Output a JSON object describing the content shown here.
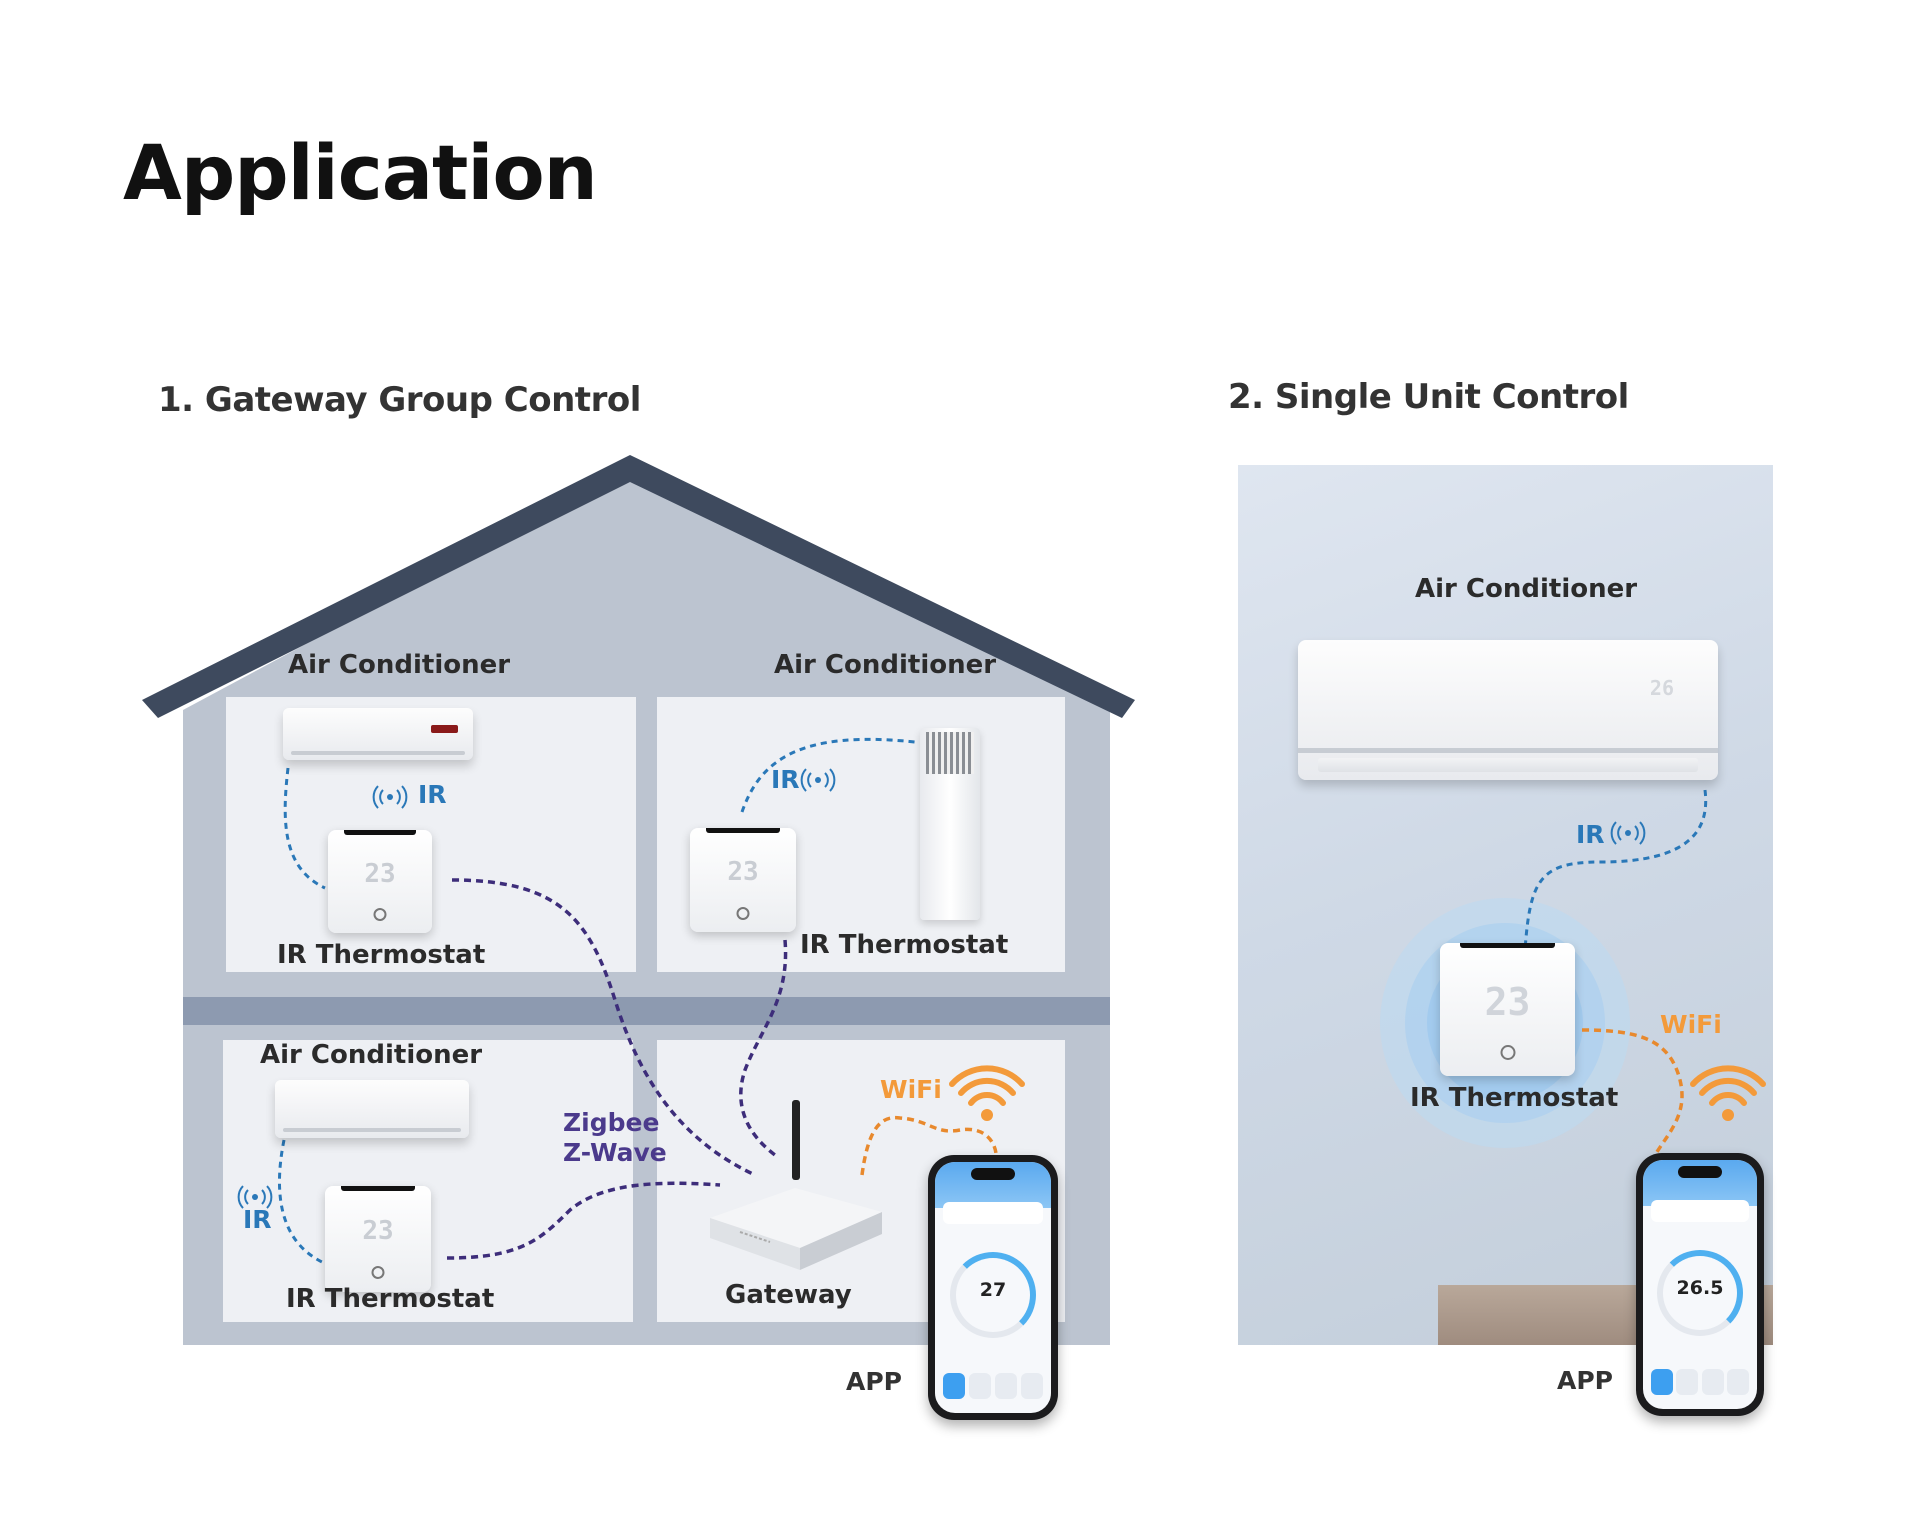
{
  "title": "Application",
  "sections": {
    "gateway": {
      "title": "1. Gateway Group Control",
      "rooms": [
        {
          "ac_label": "Air Conditioner",
          "thermostat_label": "IR Thermostat",
          "ir_label": "IR",
          "display": "23"
        },
        {
          "ac_label": "Air Conditioner",
          "thermostat_label": "IR Thermostat",
          "ir_label": "IR",
          "display": "23"
        },
        {
          "ac_label": "Air Conditioner",
          "thermostat_label": "IR Thermostat",
          "ir_label": "IR",
          "display": "23"
        }
      ],
      "protocol_line1": "Zigbee",
      "protocol_line2": "Z-Wave",
      "gateway_label": "Gateway",
      "wifi_label": "WiFi",
      "app_label": "APP",
      "app_temp": "27"
    },
    "single": {
      "title": "2. Single Unit Control",
      "ac_label": "Air Conditioner",
      "ir_label": "IR",
      "thermostat_label": "IR Thermostat",
      "wifi_label": "WiFi",
      "app_label": "APP",
      "app_temp": "26.5",
      "ac_display": "26",
      "display": "23"
    }
  },
  "colors": {
    "ir": "#2a78b8",
    "wifi": "#f39a3a",
    "protocol": "#4b3a8c",
    "roof": "#3e4a5e"
  }
}
